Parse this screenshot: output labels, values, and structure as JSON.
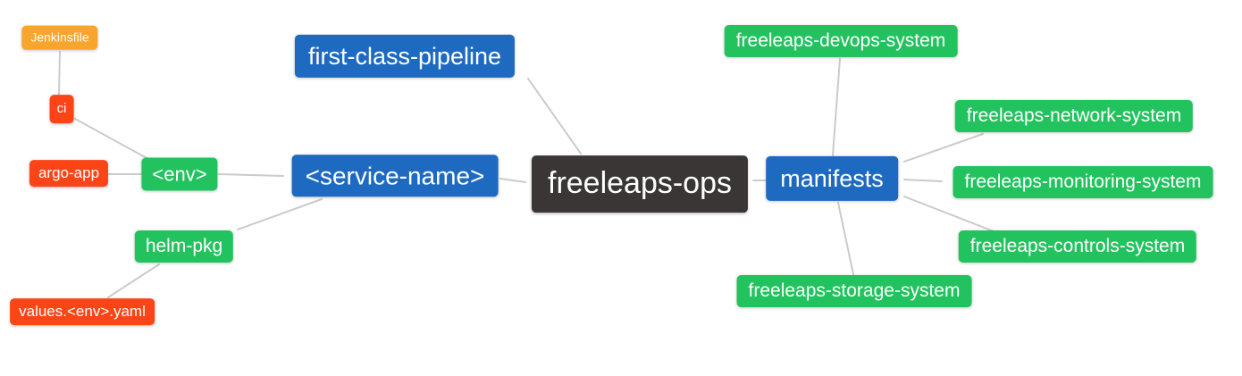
{
  "diagram": {
    "type": "mindmap",
    "background_color": "#ffffff",
    "edge_color": "#cbcbcb",
    "node_colors": {
      "blue": "#1e6ac1",
      "green": "#22c35e",
      "red_orange": "#fb4516",
      "orange": "#f8a52d",
      "dark": "#3a3636"
    },
    "root": "freeleaps-ops"
  },
  "nodes": {
    "jenkinsfile": {
      "label": "Jenkinsfile",
      "color": "orange"
    },
    "ci": {
      "label": "ci",
      "color": "red_orange"
    },
    "argo_app": {
      "label": "argo-app",
      "color": "red_orange"
    },
    "env": {
      "label": "<env>",
      "color": "green"
    },
    "helm_pkg": {
      "label": "helm-pkg",
      "color": "green"
    },
    "values_env_yaml": {
      "label": "values.<env>.yaml",
      "color": "red_orange"
    },
    "first_class_pipeline": {
      "label": "first-class-pipeline",
      "color": "blue"
    },
    "service_name": {
      "label": "<service-name>",
      "color": "blue"
    },
    "freeleaps_ops": {
      "label": "freeleaps-ops",
      "color": "dark"
    },
    "manifests": {
      "label": "manifests",
      "color": "blue"
    },
    "devops_system": {
      "label": "freeleaps-devops-system",
      "color": "green"
    },
    "network_system": {
      "label": "freeleaps-network-system",
      "color": "green"
    },
    "monitoring_system": {
      "label": "freeleaps-monitoring-system",
      "color": "green"
    },
    "controls_system": {
      "label": "freeleaps-controls-system",
      "color": "green"
    },
    "storage_system": {
      "label": "freeleaps-storage-system",
      "color": "green"
    }
  },
  "edges": [
    {
      "from": "Jenkinsfile",
      "to": "ci"
    },
    {
      "from": "ci",
      "to": "<env>"
    },
    {
      "from": "argo-app",
      "to": "<env>"
    },
    {
      "from": "<env>",
      "to": "<service-name>"
    },
    {
      "from": "helm-pkg",
      "to": "<service-name>"
    },
    {
      "from": "values.<env>.yaml",
      "to": "helm-pkg"
    },
    {
      "from": "first-class-pipeline",
      "to": "freeleaps-ops"
    },
    {
      "from": "<service-name>",
      "to": "freeleaps-ops"
    },
    {
      "from": "freeleaps-ops",
      "to": "manifests"
    },
    {
      "from": "manifests",
      "to": "freeleaps-devops-system"
    },
    {
      "from": "manifests",
      "to": "freeleaps-network-system"
    },
    {
      "from": "manifests",
      "to": "freeleaps-monitoring-system"
    },
    {
      "from": "manifests",
      "to": "freeleaps-controls-system"
    },
    {
      "from": "manifests",
      "to": "freeleaps-storage-system"
    }
  ]
}
